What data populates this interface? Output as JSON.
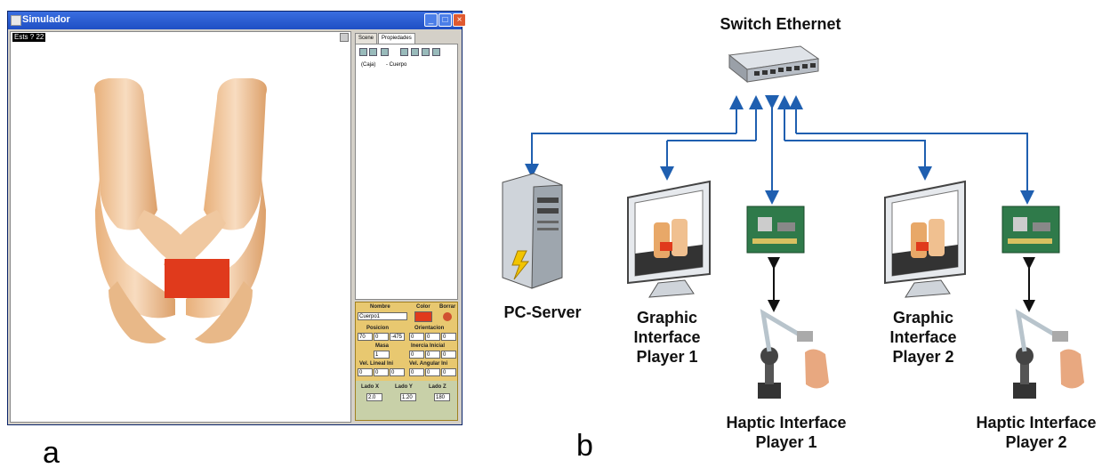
{
  "panel_a": {
    "window_title": "Simulador",
    "view_label": "Ests ? 22",
    "tabs": [
      "Scene",
      "Propiedades"
    ],
    "tree_items": [
      "(Caja)",
      "- Cuerpo"
    ],
    "props": {
      "nombre_label": "Nombre",
      "nombre_value": "Cuerpo1",
      "color_label": "Color",
      "borrar_label": "Borrar",
      "posicion_label": "Posicion",
      "posicion_values": [
        "70",
        "0",
        "-475"
      ],
      "orientacion_label": "Orientacion",
      "orientacion_values": [
        "0",
        "0",
        "0"
      ],
      "masa_label": "Masa",
      "masa_value": "1",
      "inercia_label": "Inercia Inicial",
      "inercia_values": [
        "0",
        "0",
        "0"
      ],
      "vel_lineal_label": "Vel. Lineal Ini",
      "vel_lineal_values": [
        "0",
        "0",
        "0"
      ],
      "vel_angular_label": "Vel. Angular Ini",
      "vel_angular_values": [
        "0",
        "0",
        "0"
      ],
      "lado_x_label": "Lado X",
      "lado_x_value": "2.0",
      "lado_y_label": "Lado Y",
      "lado_y_value": "1.20",
      "lado_z_label": "Lado Z",
      "lado_z_value": "180"
    },
    "object_color": "#e03a1c",
    "letter": "a"
  },
  "panel_b": {
    "switch_label": "Switch Ethernet",
    "server_label": "PC-Server",
    "graphic1_label": [
      "Graphic",
      "Interface",
      "Player 1"
    ],
    "haptic1_label": [
      "Haptic Interface",
      "Player 1"
    ],
    "graphic2_label": [
      "Graphic",
      "Interface",
      "Player 2"
    ],
    "haptic2_label": [
      "Haptic Interface",
      "Player 2"
    ],
    "link_color": "#1f5fb0",
    "letter": "b"
  }
}
